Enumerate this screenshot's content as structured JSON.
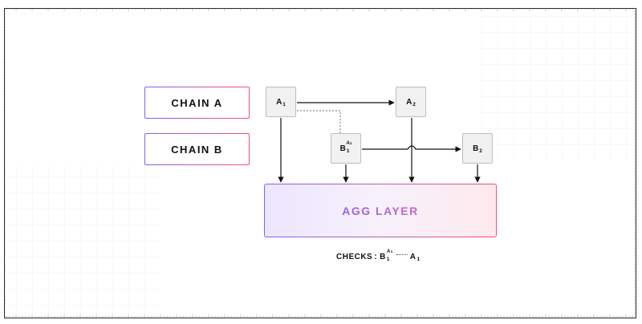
{
  "chains": [
    {
      "label": "CHAIN A"
    },
    {
      "label": "CHAIN B"
    }
  ],
  "blocks": {
    "a1": {
      "letter": "A",
      "sub": "1"
    },
    "a2": {
      "letter": "A",
      "sub": "2"
    },
    "b1": {
      "letter": "B",
      "sub": "1",
      "sup": "A",
      "sup_sub": "1"
    },
    "b2": {
      "letter": "B",
      "sub": "2"
    }
  },
  "agg_layer": {
    "label": "AGG LAYER"
  },
  "checks": {
    "label": "CHECKS",
    "colon": ":",
    "b_letter": "B",
    "b_sub": "1",
    "b_sup": "A",
    "b_sup_sub": "1",
    "a_letter": "A",
    "a_sub": "1"
  },
  "colors": {
    "gradient_start": "#7b61ff",
    "gradient_end": "#ff4d6d",
    "agg_text": "#a066d6",
    "arrow": "#111111",
    "block_fill": "#f1f1f1"
  }
}
